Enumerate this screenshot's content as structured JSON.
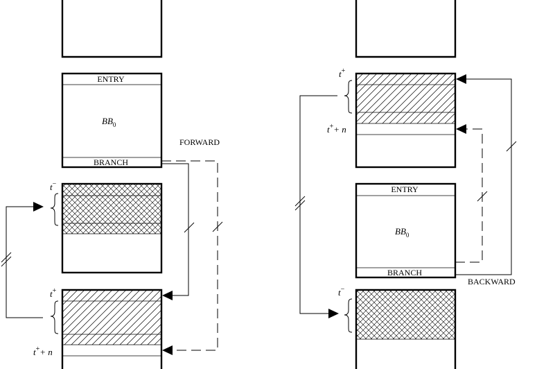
{
  "forward": {
    "caption": "FORWARD",
    "entry": "ENTRY",
    "branch": "BRANCH",
    "bb_base": "BB",
    "bb_sub": "0",
    "t_minus": {
      "base": "t",
      "sup": "−"
    },
    "t_plus": {
      "base": "t",
      "sup": "+"
    },
    "t_plus_n": {
      "base": "t",
      "sup": "+",
      "tail": "+ n"
    }
  },
  "backward": {
    "caption": "BACKWARD",
    "entry": "ENTRY",
    "branch": "BRANCH",
    "bb_base": "BB",
    "bb_sub": "0",
    "t_minus": {
      "base": "t",
      "sup": "−"
    },
    "t_plus": {
      "base": "t",
      "sup": "+"
    },
    "t_plus_n": {
      "base": "t",
      "sup": "+",
      "tail": "+ n"
    }
  },
  "colors": {
    "stroke": "#000000",
    "background": "#ffffff"
  }
}
